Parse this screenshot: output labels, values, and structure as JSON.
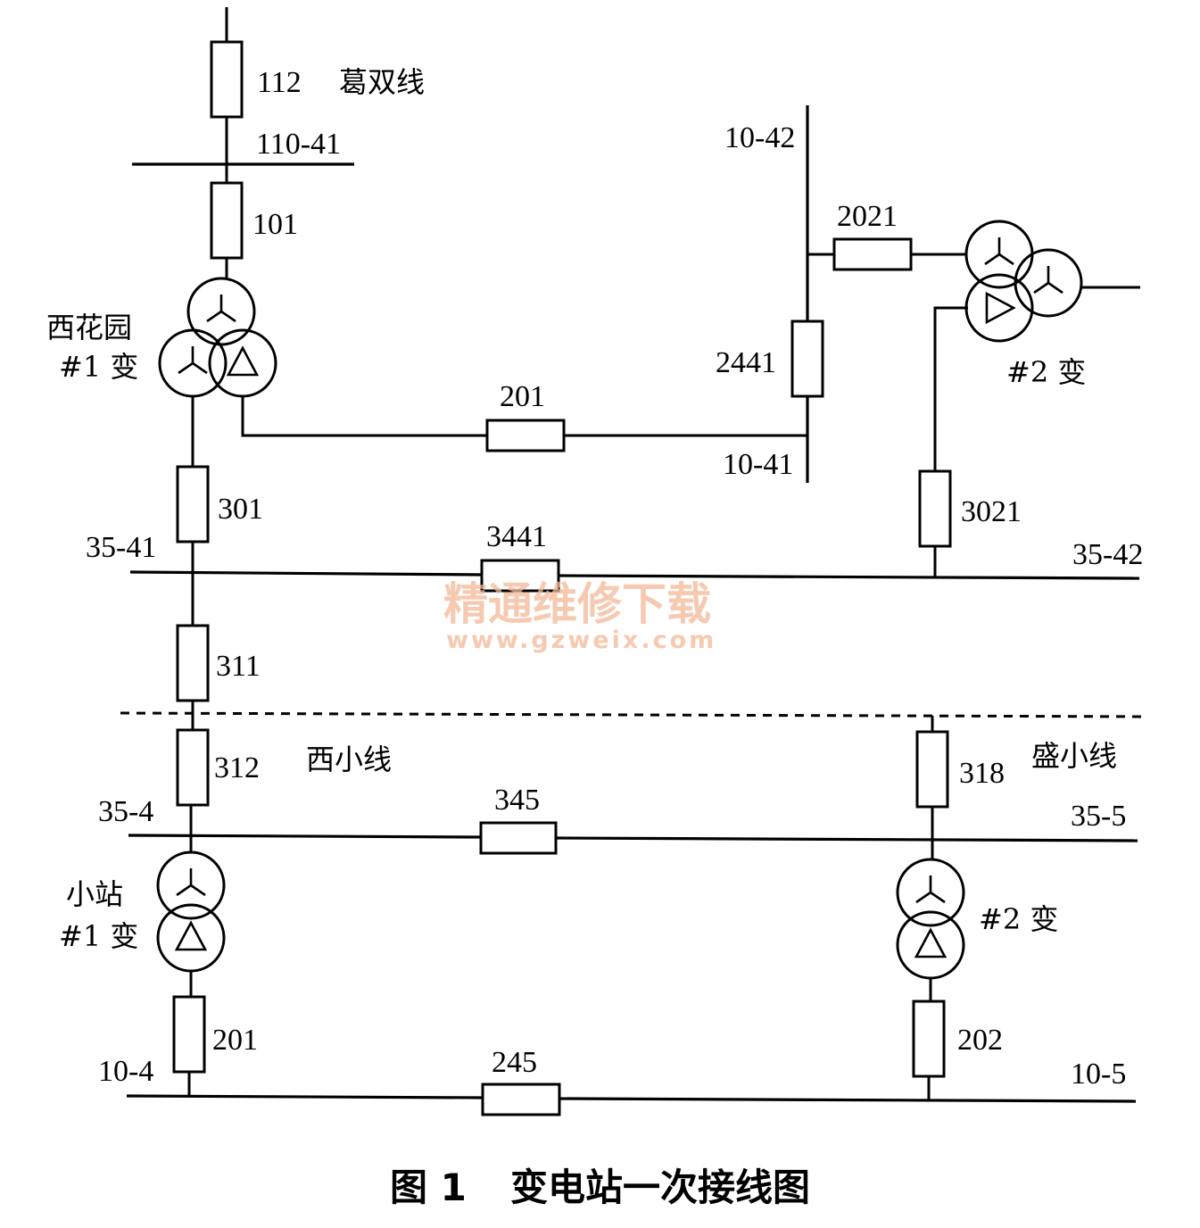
{
  "labels": {
    "b112": "112",
    "line_ge": "葛双线",
    "bus_110_41": "110-41",
    "b101": "101",
    "xhy_name": "西花园",
    "xhy_t1": "#1 变",
    "b201_top": "201",
    "bus_10_42": "10-42",
    "b2021": "2021",
    "b2441": "2441",
    "t2_top": "#2 变",
    "bus_10_41": "10-41",
    "b301": "301",
    "bus_35_41": "35-41",
    "b3441": "3441",
    "b3021": "3021",
    "bus_35_42": "35-42",
    "b311": "311",
    "b312": "312",
    "line_xx": "西小线",
    "b318": "318",
    "line_sx": "盛小线",
    "bus_35_4": "35-4",
    "b345": "345",
    "bus_35_5": "35-5",
    "xz_name": "小站",
    "xz_t1": "#1 变",
    "t2_bottom": "#2 变",
    "b201_bot": "201",
    "b202": "202",
    "bus_10_4": "10-4",
    "b245": "245",
    "bus_10_5": "10-5"
  },
  "watermark": {
    "text_cn": "精通维修下载",
    "url": "www.gzweix.com",
    "color": "#f4b898"
  },
  "caption": {
    "figure": "图 1",
    "title": "变电站一次接线图"
  }
}
